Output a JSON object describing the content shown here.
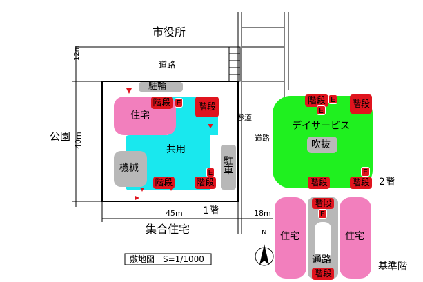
{
  "top_label": "市役所",
  "road_label": "道路",
  "left_label": "公園",
  "bottom_label": "集合住宅",
  "dim_12m": "12m",
  "dim_40m": "40m",
  "dim_45m": "45m",
  "dim_18m": "18m",
  "walkway_label": "参道",
  "east_road_label": "道路",
  "site_plan": {
    "bicycle_parking": "駐輪",
    "housing": "住宅",
    "shared": "共用",
    "machinery": "機械",
    "parking": "駐車",
    "stairs": "階段",
    "elevator": "E",
    "floor_label": "1階"
  },
  "day_service": {
    "title": "デイサービス",
    "atrium": "吹抜",
    "stairs": "階段",
    "elevator": "E",
    "floor_label": "2階"
  },
  "standard_floor": {
    "housing_left": "住宅",
    "housing_right": "住宅",
    "corridor": "通路",
    "stairs": "階段",
    "elevator": "E",
    "floor_label": "基準階"
  },
  "north_label": "N",
  "scale_box": "敷地図　S=1/1000",
  "colors": {
    "housing": "#f27fbd",
    "shared": "#19e8ee",
    "machinery": "#b8b8b8",
    "day_service": "#1ff01f",
    "stairs": "#e0141e"
  }
}
